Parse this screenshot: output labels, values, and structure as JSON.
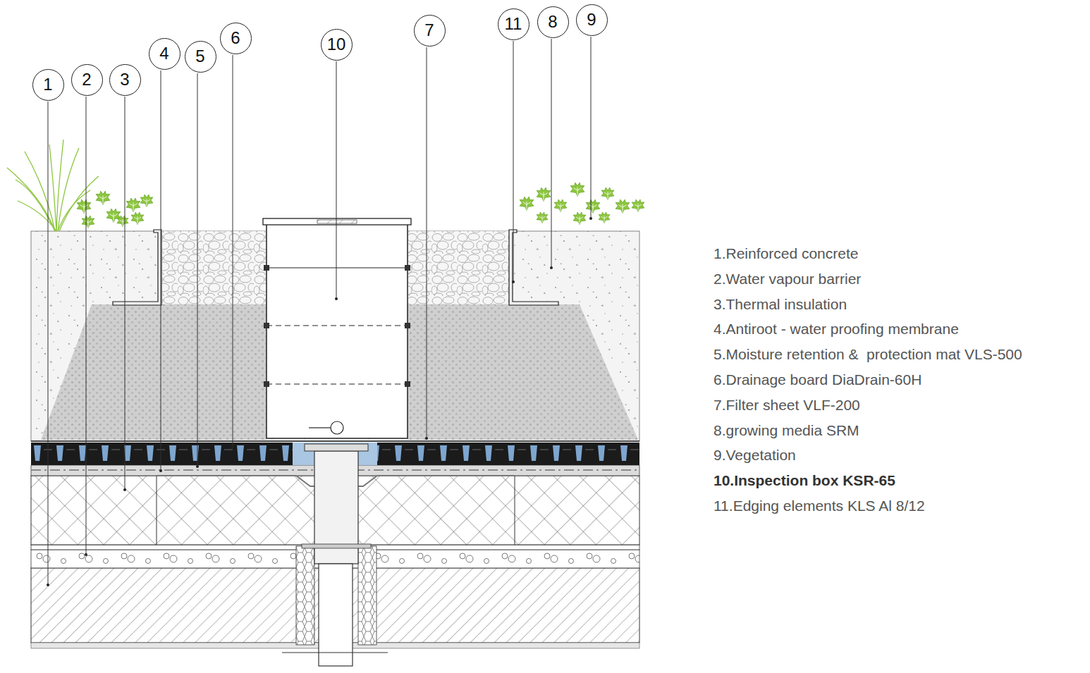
{
  "diagram": {
    "nodes": [
      {
        "text": [
          "1"
        ]
      },
      {
        "text": [
          "2"
        ]
      },
      {
        "text": [
          "3"
        ]
      },
      {
        "text": [
          "4"
        ]
      },
      {
        "text": [
          "5"
        ]
      },
      {
        "text": [
          "6"
        ]
      },
      {
        "text": [
          "10"
        ]
      },
      {
        "text": [
          "7"
        ]
      },
      {
        "text": [
          "11"
        ]
      },
      {
        "text": [
          "8"
        ]
      },
      {
        "text": [
          "9"
        ]
      }
    ],
    "labels": [
      "1.Reinforced concrete",
      "2.Water vapour barrier",
      "3.Thermal insulation",
      "4.Antiroot - water proofing membrane",
      "5.Moisture retention &  protection mat VLS-500",
      "6.Drainage board DiaDrain-60H",
      "7.Filter sheet VLF-200",
      "8.growing media SRM",
      "9.Vegetation",
      "10.Inspection box KSR-65",
      "11.Edging elements KLS Al 8/12"
    ]
  }
}
